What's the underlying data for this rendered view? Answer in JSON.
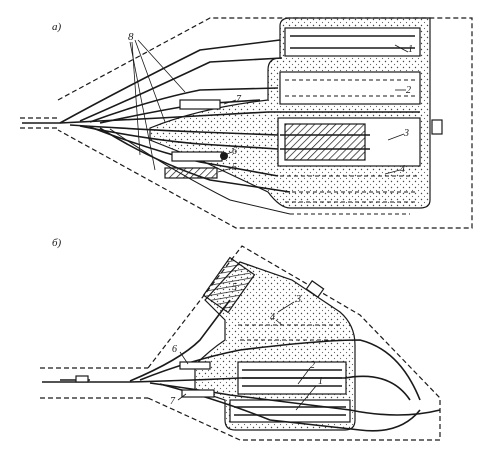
{
  "panels": [
    {
      "id": "a",
      "label": "а)"
    },
    {
      "id": "b",
      "label": "б)"
    }
  ],
  "labels_a": {
    "n8": "8",
    "n1": "1",
    "n2": "2",
    "n3": "3",
    "n4": "4",
    "n5": "5",
    "n6": "6",
    "n7": "7"
  },
  "labels_b": {
    "n1": "1",
    "n2": "2",
    "n3": "3",
    "n4": "4",
    "n5": "5",
    "n6": "6",
    "n7": "7"
  }
}
